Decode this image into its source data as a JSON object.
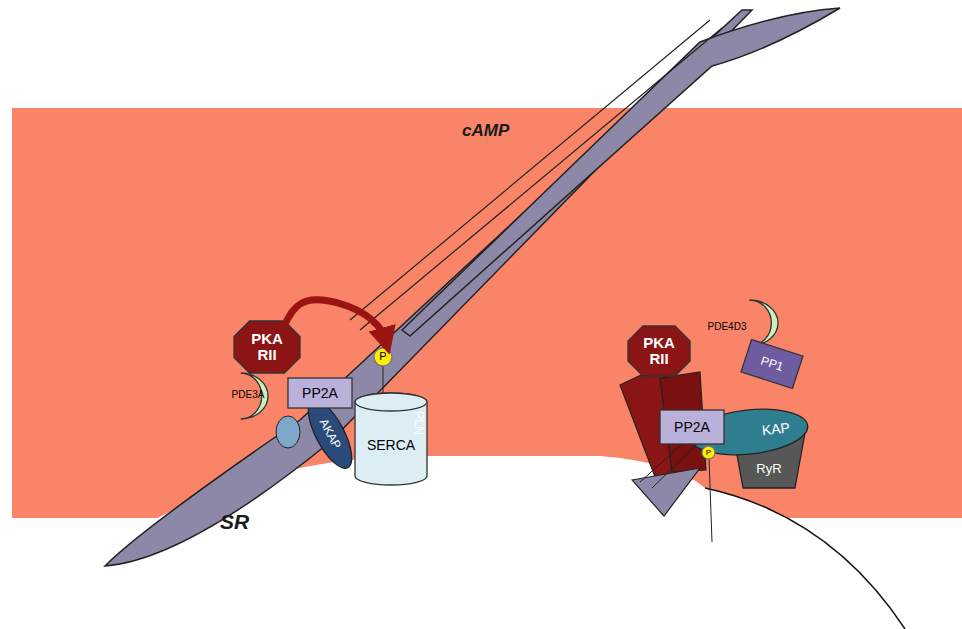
{
  "diagram": {
    "nodes": [
      {
        "text": [
          "PKA RII"
        ]
      },
      {
        "text": [
          "PDE3A"
        ]
      },
      {
        "text": [
          "PP2A"
        ]
      },
      {
        "text": [
          "AKAP"
        ]
      },
      {
        "text": [
          "P"
        ]
      },
      {
        "text": [
          "SERCA",
          "PLN"
        ]
      },
      {
        "text": [
          "PKA RII"
        ]
      },
      {
        "text": [
          "PDE4D3"
        ]
      },
      {
        "text": [
          "PP1"
        ]
      },
      {
        "text": [
          "PP2A"
        ]
      },
      {
        "text": [
          "KAP"
        ]
      },
      {
        "text": [
          "RyR"
        ]
      },
      {
        "text": [
          "P"
        ]
      }
    ],
    "edges": [
      {
        "from": 0,
        "to": 4,
        "arrow": "to"
      }
    ],
    "labels": [
      "cAMP",
      "SR"
    ]
  }
}
